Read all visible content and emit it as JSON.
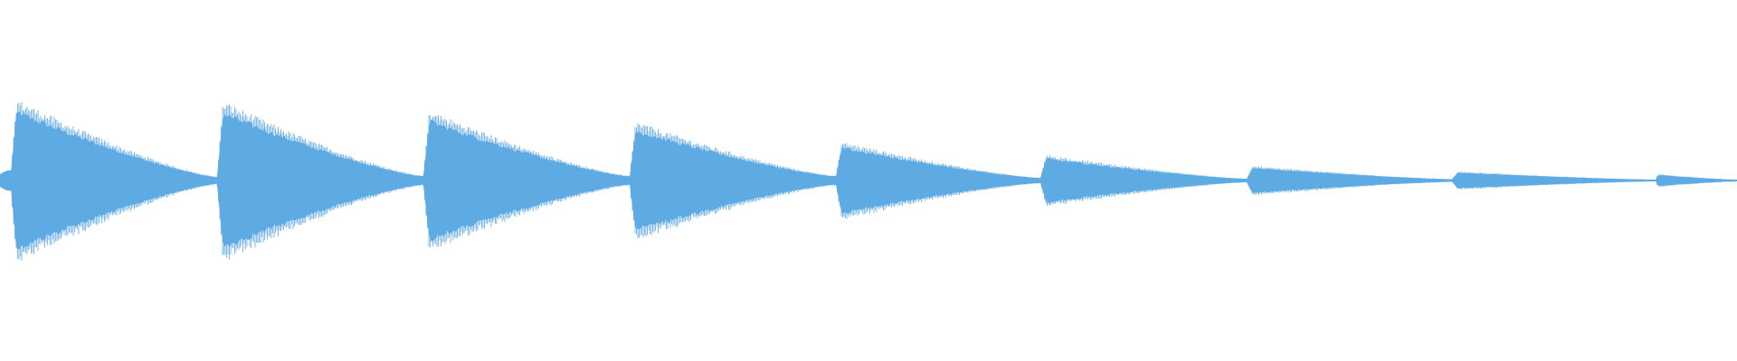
{
  "waveform": {
    "color": "#5eaae3",
    "background": "#ffffff",
    "segments": [
      {
        "peak": 0.88,
        "start_level": 0.1,
        "end_level": 0.04
      },
      {
        "peak": 0.86,
        "start_level": 0.06,
        "end_level": 0.05
      },
      {
        "peak": 0.76,
        "start_level": 0.06,
        "end_level": 0.05
      },
      {
        "peak": 0.64,
        "start_level": 0.05,
        "end_level": 0.05
      },
      {
        "peak": 0.42,
        "start_level": 0.05,
        "end_level": 0.03
      },
      {
        "peak": 0.28,
        "start_level": 0.03,
        "end_level": 0.02
      },
      {
        "peak": 0.16,
        "start_level": 0.02,
        "end_level": 0.015
      },
      {
        "peak": 0.1,
        "start_level": 0.015,
        "end_level": 0.01
      },
      {
        "peak": 0.07,
        "start_level": 0.01,
        "end_level": 0.01
      }
    ]
  }
}
